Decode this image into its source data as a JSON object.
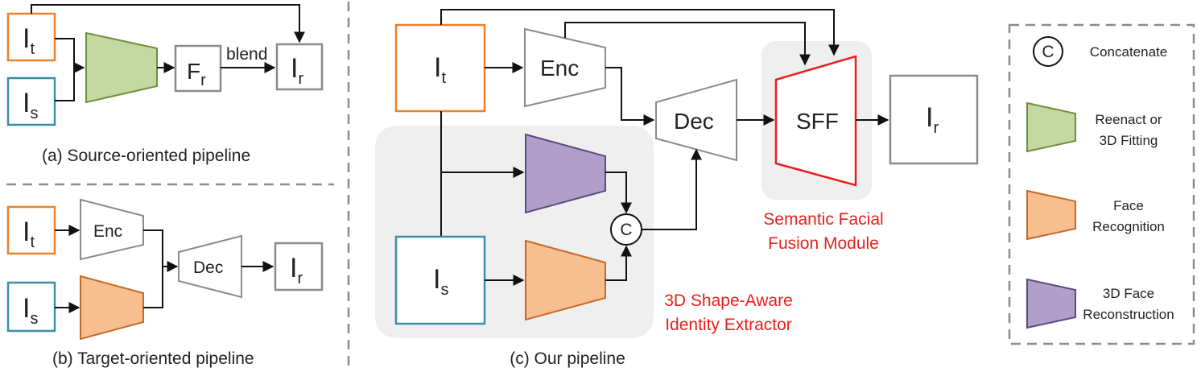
{
  "colors": {
    "orange": "#e8822c",
    "teal": "#3b8ea5",
    "gray": "#8a8a8a",
    "green_fill": "#c4d9a2",
    "green_stroke": "#6f8f3b",
    "orange_fill": "#f7be8f",
    "orange_stroke": "#c46a28",
    "purple_fill": "#b29fc9",
    "purple_stroke": "#5b4a82",
    "red": "#e8201e",
    "panel_bg": "#efefef"
  },
  "symbols": {
    "I": "I",
    "F": "F",
    "t": "t",
    "s": "s",
    "r": "r",
    "circle_c": "C"
  },
  "panel_a": {
    "blend_label": "blend",
    "caption": "(a) Source-oriented pipeline"
  },
  "panel_b": {
    "enc_label": "Enc",
    "dec_label": "Dec",
    "caption": "(b) Target-oriented pipeline"
  },
  "panel_c": {
    "enc_label": "Enc",
    "dec_label": "Dec",
    "sff_label": "SFF",
    "sff_caption_line1": "Semantic Facial",
    "sff_caption_line2": "Fusion Module",
    "extractor_caption_line1": "3D Shape-Aware",
    "extractor_caption_line2": "Identity Extractor",
    "caption": "(c) Our pipeline"
  },
  "legend": {
    "concatenate": "Concatenate",
    "reenact_line1": "Reenact or",
    "reenact_line2": "3D Fitting",
    "face_rec_line1": "Face",
    "face_rec_line2": "Recognition",
    "face_recon_line1": "3D Face",
    "face_recon_line2": "Reconstruction"
  }
}
